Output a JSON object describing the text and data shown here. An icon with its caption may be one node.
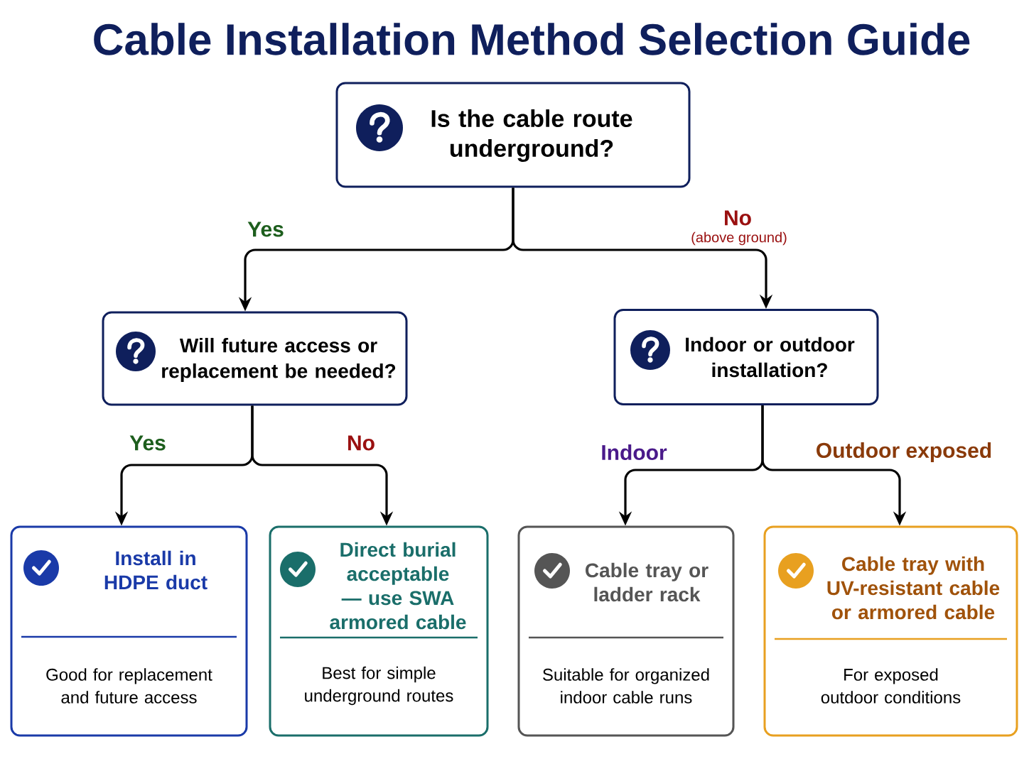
{
  "diagram": {
    "title": "Cable Installation Method Selection Guide",
    "nodes": [
      {
        "text": [
          "Is the cable route underground?"
        ]
      },
      {
        "text": [
          "Will future access or replacement be needed?"
        ]
      },
      {
        "text": [
          "Indoor or outdoor installation?"
        ]
      },
      {
        "text": [
          "Install in HDPE duct",
          "Good for replacement and future access"
        ]
      },
      {
        "text": [
          "Direct burial acceptable — use SWA armored cable",
          "Best for simple underground routes"
        ]
      },
      {
        "text": [
          "Cable tray or ladder rack",
          "Suitable for organized indoor cable runs"
        ]
      },
      {
        "text": [
          "Cable tray with UV-resistant cable or armored cable",
          "For exposed outdoor conditions"
        ]
      }
    ],
    "edges": [
      {
        "from": 0,
        "to": 1,
        "arrow": "to",
        "label": "Yes"
      },
      {
        "from": 0,
        "to": 2,
        "arrow": "to",
        "label": "No"
      },
      {
        "from": 1,
        "to": 3,
        "arrow": "to",
        "label": "Yes"
      },
      {
        "from": 1,
        "to": 4,
        "arrow": "to",
        "label": "No"
      },
      {
        "from": 2,
        "to": 5,
        "arrow": "to",
        "label": "Indoor"
      },
      {
        "from": 2,
        "to": 6,
        "arrow": "to",
        "label": "Outdoor exposed"
      }
    ],
    "labels": [
      "(above ground)"
    ]
  }
}
